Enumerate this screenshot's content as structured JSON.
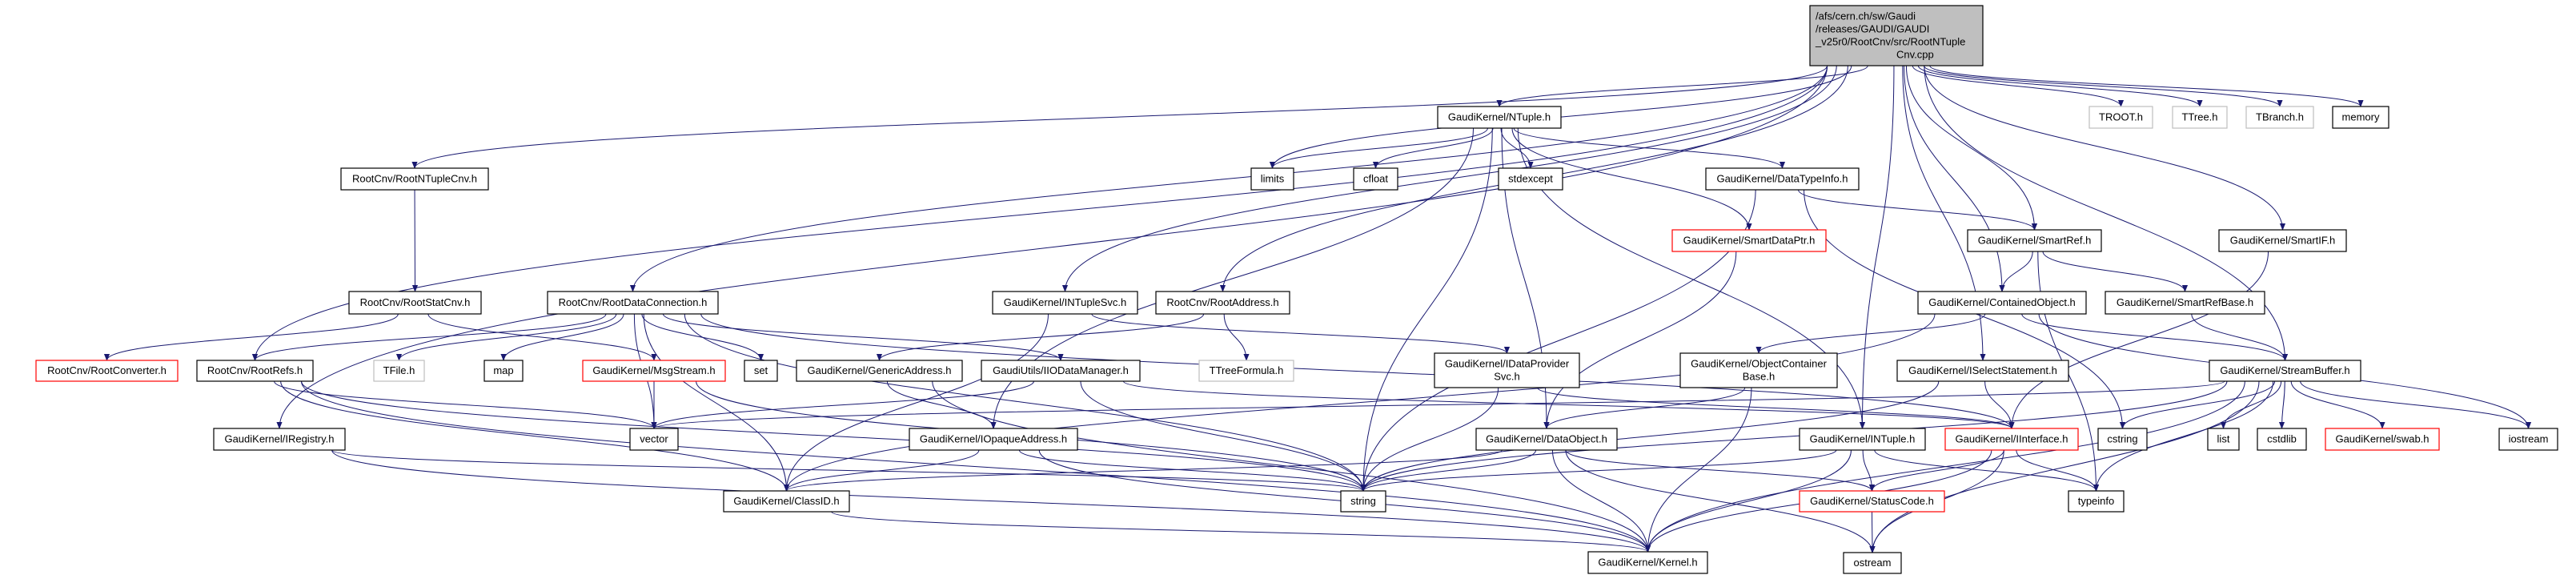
{
  "colors": {
    "edge": "#191970",
    "main_fill": "#bfbfbf",
    "missing_border": "#ff0000",
    "external_border": "#bfbfbf"
  },
  "nodes": [
    {
      "id": "main",
      "lines": [
        "/afs/cern.ch/sw/Gaudi",
        "/releases/GAUDI/GAUDI",
        "_v25r0/RootCnv/src/RootNTuple",
        "Cnv.cpp"
      ],
      "style": "main"
    },
    {
      "id": "RootNTupleCnv",
      "lines": [
        "RootCnv/RootNTupleCnv.h"
      ],
      "style": "normal"
    },
    {
      "id": "RootStatCnv",
      "lines": [
        "RootCnv/RootStatCnv.h"
      ],
      "style": "normal"
    },
    {
      "id": "RootDataConnection",
      "lines": [
        "RootCnv/RootDataConnection.h"
      ],
      "style": "normal"
    },
    {
      "id": "RootConverter",
      "lines": [
        "RootCnv/RootConverter.h"
      ],
      "style": "red"
    },
    {
      "id": "RootRefs",
      "lines": [
        "RootCnv/RootRefs.h"
      ],
      "style": "normal"
    },
    {
      "id": "TFile",
      "lines": [
        "TFile.h"
      ],
      "style": "gray"
    },
    {
      "id": "map",
      "lines": [
        "map"
      ],
      "style": "normal"
    },
    {
      "id": "MsgStream",
      "lines": [
        "GaudiKernel/MsgStream.h"
      ],
      "style": "red"
    },
    {
      "id": "set",
      "lines": [
        "set"
      ],
      "style": "normal"
    },
    {
      "id": "GenericAddress",
      "lines": [
        "GaudiKernel/GenericAddress.h"
      ],
      "style": "normal"
    },
    {
      "id": "vector",
      "lines": [
        "vector"
      ],
      "style": "normal"
    },
    {
      "id": "IRegistry",
      "lines": [
        "GaudiKernel/IRegistry.h"
      ],
      "style": "normal"
    },
    {
      "id": "ClassID",
      "lines": [
        "GaudiKernel/ClassID.h"
      ],
      "style": "normal"
    },
    {
      "id": "NTuple",
      "lines": [
        "GaudiKernel/NTuple.h"
      ],
      "style": "normal"
    },
    {
      "id": "limits",
      "lines": [
        "limits"
      ],
      "style": "normal"
    },
    {
      "id": "cfloat",
      "lines": [
        "cfloat"
      ],
      "style": "normal"
    },
    {
      "id": "stdexcept",
      "lines": [
        "stdexcept"
      ],
      "style": "normal"
    },
    {
      "id": "DataTypeInfo",
      "lines": [
        "GaudiKernel/DataTypeInfo.h"
      ],
      "style": "normal"
    },
    {
      "id": "SmartDataPtr",
      "lines": [
        "GaudiKernel/SmartDataPtr.h"
      ],
      "style": "red"
    },
    {
      "id": "INTupleSvc",
      "lines": [
        "GaudiKernel/INTupleSvc.h"
      ],
      "style": "normal"
    },
    {
      "id": "RootAddress",
      "lines": [
        "RootCnv/RootAddress.h"
      ],
      "style": "normal"
    },
    {
      "id": "IODataManager",
      "lines": [
        "GaudiUtils/IIODataManager.h"
      ],
      "style": "normal"
    },
    {
      "id": "TTreeFormula",
      "lines": [
        "TTreeFormula.h"
      ],
      "style": "gray"
    },
    {
      "id": "IDataProviderSvc",
      "lines": [
        "GaudiKernel/IDataProvider",
        "Svc.h"
      ],
      "style": "normal"
    },
    {
      "id": "ObjectContainerBase",
      "lines": [
        "GaudiKernel/ObjectContainer",
        "Base.h"
      ],
      "style": "normal"
    },
    {
      "id": "IOpaqueAddress",
      "lines": [
        "GaudiKernel/IOpaqueAddress.h"
      ],
      "style": "normal"
    },
    {
      "id": "DataObject",
      "lines": [
        "GaudiKernel/DataObject.h"
      ],
      "style": "normal"
    },
    {
      "id": "string",
      "lines": [
        "string"
      ],
      "style": "normal"
    },
    {
      "id": "Kernel",
      "lines": [
        "GaudiKernel/Kernel.h"
      ],
      "style": "normal"
    },
    {
      "id": "TROOT",
      "lines": [
        "TROOT.h"
      ],
      "style": "gray"
    },
    {
      "id": "TTree",
      "lines": [
        "TTree.h"
      ],
      "style": "gray"
    },
    {
      "id": "TBranch",
      "lines": [
        "TBranch.h"
      ],
      "style": "gray"
    },
    {
      "id": "memory",
      "lines": [
        "memory"
      ],
      "style": "normal"
    },
    {
      "id": "SmartRef",
      "lines": [
        "GaudiKernel/SmartRef.h"
      ],
      "style": "normal"
    },
    {
      "id": "SmartIF",
      "lines": [
        "GaudiKernel/SmartIF.h"
      ],
      "style": "normal"
    },
    {
      "id": "ContainedObject",
      "lines": [
        "GaudiKernel/ContainedObject.h"
      ],
      "style": "normal"
    },
    {
      "id": "SmartRefBase",
      "lines": [
        "GaudiKernel/SmartRefBase.h"
      ],
      "style": "normal"
    },
    {
      "id": "ISelectStatement",
      "lines": [
        "GaudiKernel/ISelectStatement.h"
      ],
      "style": "normal"
    },
    {
      "id": "StreamBuffer",
      "lines": [
        "GaudiKernel/StreamBuffer.h"
      ],
      "style": "normal"
    },
    {
      "id": "INTuple",
      "lines": [
        "GaudiKernel/INTuple.h"
      ],
      "style": "normal"
    },
    {
      "id": "IInterface",
      "lines": [
        "GaudiKernel/IInterface.h"
      ],
      "style": "red"
    },
    {
      "id": "cstring",
      "lines": [
        "cstring"
      ],
      "style": "normal"
    },
    {
      "id": "list",
      "lines": [
        "list"
      ],
      "style": "normal"
    },
    {
      "id": "cstdlib",
      "lines": [
        "cstdlib"
      ],
      "style": "normal"
    },
    {
      "id": "swab",
      "lines": [
        "GaudiKernel/swab.h"
      ],
      "style": "red"
    },
    {
      "id": "iostream",
      "lines": [
        "iostream"
      ],
      "style": "normal"
    },
    {
      "id": "StatusCode",
      "lines": [
        "GaudiKernel/StatusCode.h"
      ],
      "style": "red"
    },
    {
      "id": "typeinfo",
      "lines": [
        "typeinfo"
      ],
      "style": "normal"
    },
    {
      "id": "ostream",
      "lines": [
        "ostream"
      ],
      "style": "normal"
    }
  ],
  "edges": [
    [
      "main",
      "RootNTupleCnv"
    ],
    [
      "main",
      "RootDataConnection"
    ],
    [
      "main",
      "RootRefs"
    ],
    [
      "main",
      "IRegistry"
    ],
    [
      "main",
      "limits"
    ],
    [
      "main",
      "NTuple"
    ],
    [
      "main",
      "INTupleSvc"
    ],
    [
      "main",
      "RootAddress"
    ],
    [
      "main",
      "SmartRef"
    ],
    [
      "main",
      "ContainedObject"
    ],
    [
      "main",
      "ISelectStatement"
    ],
    [
      "main",
      "StreamBuffer"
    ],
    [
      "main",
      "SmartIF"
    ],
    [
      "main",
      "TROOT"
    ],
    [
      "main",
      "TTree"
    ],
    [
      "main",
      "TBranch"
    ],
    [
      "main",
      "memory"
    ],
    [
      "main",
      "INTuple"
    ],
    [
      "RootNTupleCnv",
      "RootStatCnv"
    ],
    [
      "RootStatCnv",
      "RootConverter"
    ],
    [
      "RootStatCnv",
      "MsgStream"
    ],
    [
      "RootDataConnection",
      "RootRefs"
    ],
    [
      "RootDataConnection",
      "TFile"
    ],
    [
      "RootDataConnection",
      "map"
    ],
    [
      "RootDataConnection",
      "set"
    ],
    [
      "RootDataConnection",
      "vector"
    ],
    [
      "RootDataConnection",
      "string"
    ],
    [
      "RootDataConnection",
      "ClassID"
    ],
    [
      "RootDataConnection",
      "IODataManager"
    ],
    [
      "RootDataConnection",
      "IInterface"
    ],
    [
      "RootRefs",
      "vector"
    ],
    [
      "RootRefs",
      "string"
    ],
    [
      "RootRefs",
      "ClassID"
    ],
    [
      "RootRefs",
      "Kernel"
    ],
    [
      "IRegistry",
      "string"
    ],
    [
      "IRegistry",
      "Kernel"
    ],
    [
      "MsgStream",
      "vector"
    ],
    [
      "MsgStream",
      "string"
    ],
    [
      "GenericAddress",
      "IOpaqueAddress"
    ],
    [
      "GenericAddress",
      "Kernel"
    ],
    [
      "IODataManager",
      "vector"
    ],
    [
      "IODataManager",
      "string"
    ],
    [
      "IODataManager",
      "IInterface"
    ],
    [
      "RootAddress",
      "GenericAddress"
    ],
    [
      "RootAddress",
      "TTreeFormula"
    ],
    [
      "INTupleSvc",
      "IDataProviderSvc"
    ],
    [
      "INTupleSvc",
      "ClassID"
    ],
    [
      "NTuple",
      "limits"
    ],
    [
      "NTuple",
      "cfloat"
    ],
    [
      "NTuple",
      "stdexcept"
    ],
    [
      "NTuple",
      "DataTypeInfo"
    ],
    [
      "NTuple",
      "SmartDataPtr"
    ],
    [
      "NTuple",
      "string"
    ],
    [
      "NTuple",
      "DataObject"
    ],
    [
      "NTuple",
      "INTuple"
    ],
    [
      "NTuple",
      "IOpaqueAddress"
    ],
    [
      "DataTypeInfo",
      "SmartRef"
    ],
    [
      "DataTypeInfo",
      "string"
    ],
    [
      "DataTypeInfo",
      "cstring"
    ],
    [
      "SmartDataPtr",
      "DataObject"
    ],
    [
      "SmartRef",
      "ContainedObject"
    ],
    [
      "SmartRef",
      "SmartRefBase"
    ],
    [
      "SmartRef",
      "typeinfo"
    ],
    [
      "SmartIF",
      "IInterface"
    ],
    [
      "ContainedObject",
      "ObjectContainerBase"
    ],
    [
      "ContainedObject",
      "StreamBuffer"
    ],
    [
      "ContainedObject",
      "iostream"
    ],
    [
      "ContainedObject",
      "ClassID"
    ],
    [
      "SmartRefBase",
      "StreamBuffer"
    ],
    [
      "ObjectContainerBase",
      "DataObject"
    ],
    [
      "ObjectContainerBase",
      "Kernel"
    ],
    [
      "ISelectStatement",
      "IInterface"
    ],
    [
      "ISelectStatement",
      "string"
    ],
    [
      "StreamBuffer",
      "string"
    ],
    [
      "StreamBuffer",
      "vector"
    ],
    [
      "StreamBuffer",
      "cstring"
    ],
    [
      "StreamBuffer",
      "list"
    ],
    [
      "StreamBuffer",
      "cstdlib"
    ],
    [
      "StreamBuffer",
      "swab"
    ],
    [
      "StreamBuffer",
      "iostream"
    ],
    [
      "StreamBuffer",
      "typeinfo"
    ],
    [
      "StreamBuffer",
      "ostream"
    ],
    [
      "StreamBuffer",
      "Kernel"
    ],
    [
      "IDataProviderSvc",
      "string"
    ],
    [
      "IDataProviderSvc",
      "IInterface"
    ],
    [
      "IOpaqueAddress",
      "ClassID"
    ],
    [
      "IOpaqueAddress",
      "string"
    ],
    [
      "IOpaqueAddress",
      "Kernel"
    ],
    [
      "DataObject",
      "ClassID"
    ],
    [
      "DataObject",
      "string"
    ],
    [
      "DataObject",
      "StatusCode"
    ],
    [
      "DataObject",
      "ostream"
    ],
    [
      "DataObject",
      "Kernel"
    ],
    [
      "INTuple",
      "StatusCode"
    ],
    [
      "INTuple",
      "typeinfo"
    ],
    [
      "INTuple",
      "string"
    ],
    [
      "INTuple",
      "Kernel"
    ],
    [
      "IInterface",
      "StatusCode"
    ],
    [
      "IInterface",
      "typeinfo"
    ],
    [
      "IInterface",
      "ostream"
    ],
    [
      "IInterface",
      "Kernel"
    ],
    [
      "StatusCode",
      "ostream"
    ],
    [
      "ClassID",
      "Kernel"
    ]
  ]
}
